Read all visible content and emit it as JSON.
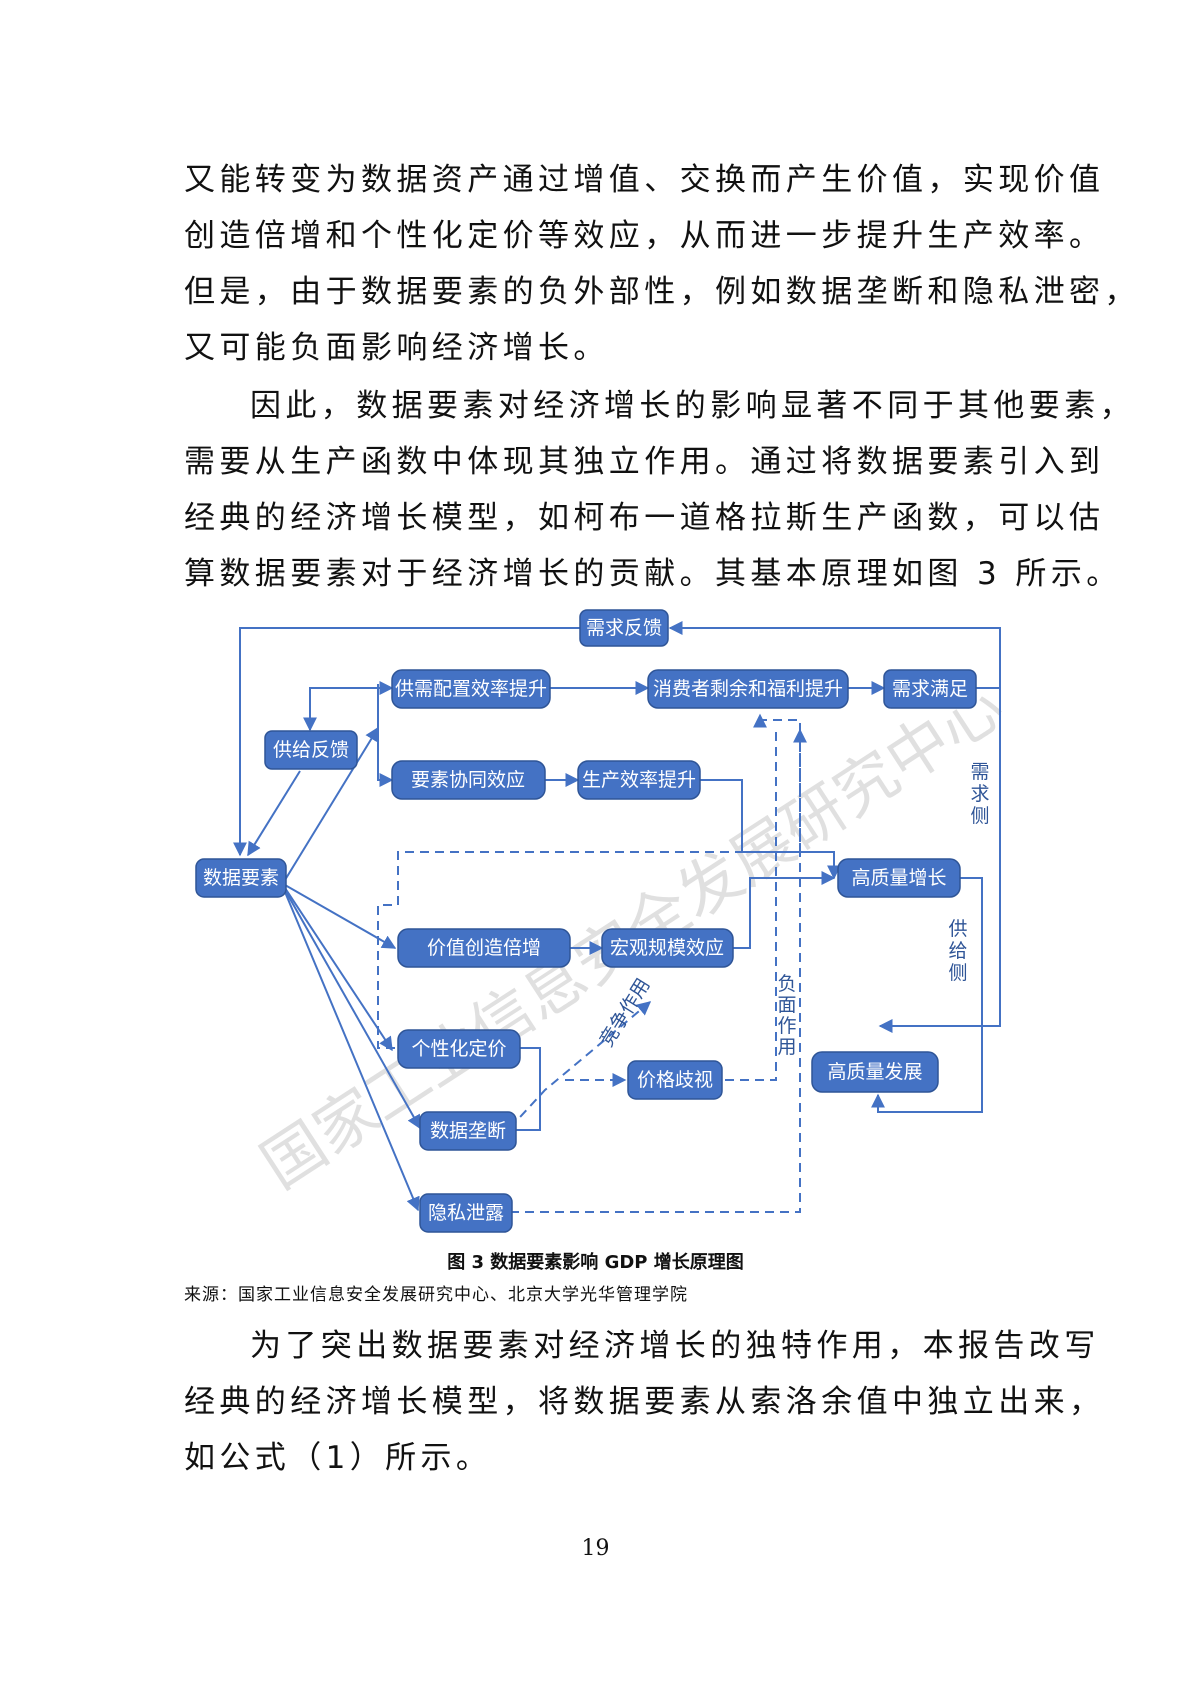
{
  "paragraphs": [
    {
      "lines": [
        "又能转变为数据资产通过增值、交换而产生价值，实现价值",
        "创造倍增和个性化定价等效应，从而进一步提升生产效率。",
        "但是，由于数据要素的负外部性，例如数据垄断和隐私泄密，",
        "又可能负面影响经济增长。"
      ]
    },
    {
      "lines": [
        "因此，数据要素对经济增长的影响显著不同于其他要素，",
        "需要从生产函数中体现其独立作用。通过将数据要素引入到",
        "经典的经济增长模型，如柯布一道格拉斯生产函数，可以估",
        "算数据要素对于经济增长的贡献。其基本原理如图 3 所示。"
      ]
    },
    {
      "lines": [
        "为了突出数据要素对经济增长的独特作用，本报告改写",
        "经典的经济增长模型，将数据要素从索洛余值中独立出来，",
        "如公式（1）所示。"
      ]
    }
  ],
  "diagram": {
    "nodes": {
      "xqfk": "需求反馈",
      "gxpz": "供需配置效率提升",
      "xfz": "消费者剩余和福利提升",
      "xqmz": "需求满足",
      "gjfk": "供给反馈",
      "ysxt": "要素协同效应",
      "sccl": "生产效率提升",
      "sjys": "数据要素",
      "gzl": "高质量增长",
      "jzcz": "价值创造倍增",
      "hggm": "宏观规模效应",
      "gxhdj": "个性化定价",
      "jgqs": "价格歧视",
      "sjld": "数据垄断",
      "ysxl": "隐私泄露",
      "gzlfz": "高质量发展"
    },
    "labels": {
      "demand_side": [
        "需",
        "求",
        "侧"
      ],
      "supply_side": [
        "供",
        "给",
        "侧"
      ],
      "negative": [
        "负",
        "面",
        "作",
        "用"
      ],
      "competition": "竞争作用"
    },
    "watermark": "国家工业信息安全发展研究中心"
  },
  "caption": "图 3 数据要素影响 GDP 增长原理图",
  "source": "来源：国家工业信息安全发展研究中心、北京大学光华管理学院",
  "page_number": "19",
  "colors": {
    "node": "#4472c4",
    "node_border": "#2f5597",
    "text": "#111111"
  }
}
